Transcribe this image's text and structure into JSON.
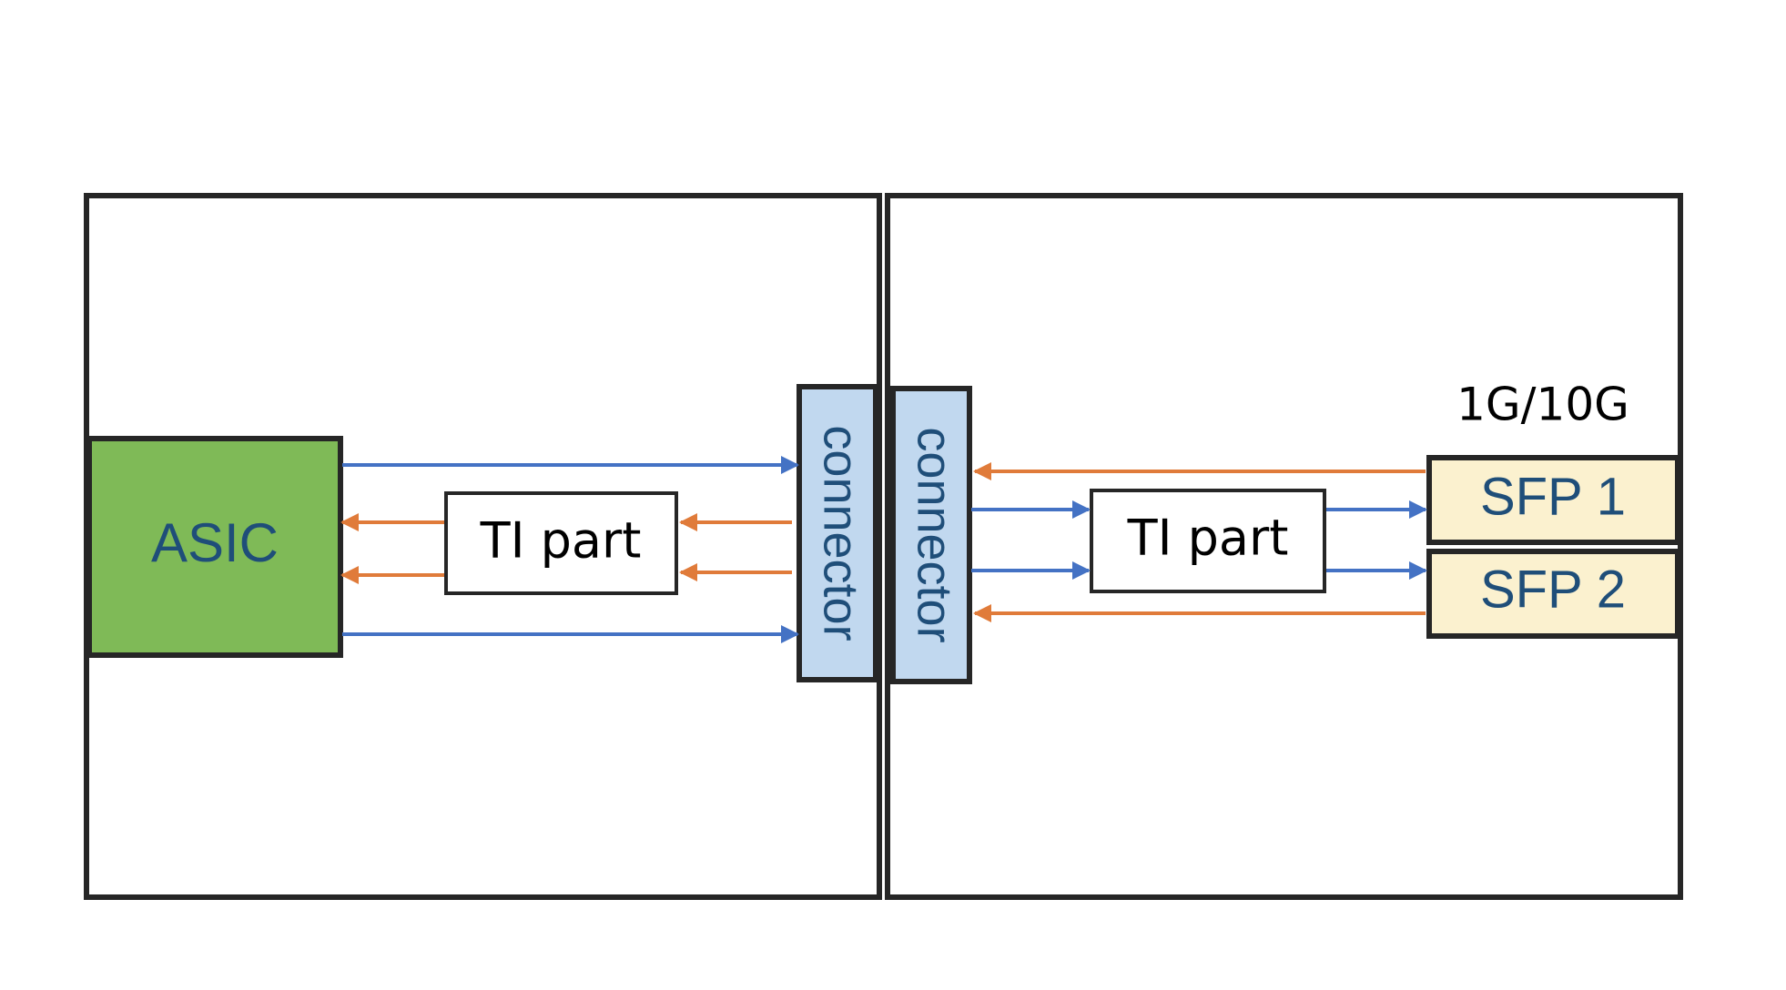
{
  "colors": {
    "outline": "#262626",
    "asic_fill": "#7fba57",
    "connector_fill": "#c1d8ef",
    "sfp_fill": "#fbf1cf",
    "blue_arrow": "#4472c4",
    "orange_arrow": "#e07b3a",
    "label_blue": "#1f4e79"
  },
  "left_board": {
    "asic_label": "ASIC",
    "ti_part_label": "TI part",
    "connector_label": "connector"
  },
  "right_board": {
    "connector_label": "connector",
    "ti_part_label": "TI part",
    "speed_label": "1G/10G",
    "sfp1_label": "SFP 1",
    "sfp2_label": "SFP 2"
  }
}
